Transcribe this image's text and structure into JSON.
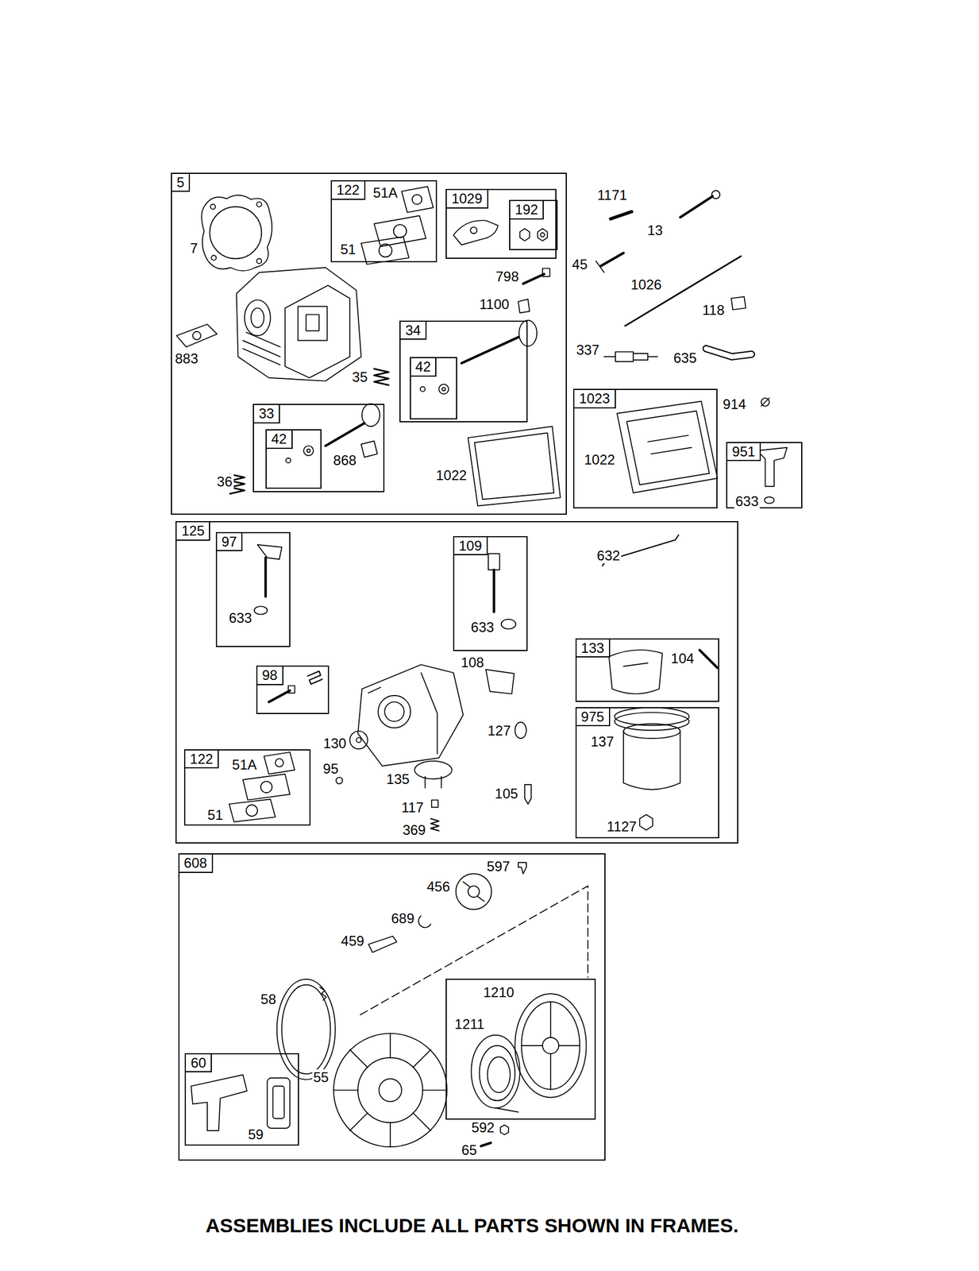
{
  "diagram": {
    "caption": "ASSEMBLIES INCLUDE ALL PARTS SHOWN IN FRAMES.",
    "nodes": [
      {
        "text": [
          "5",
          "7",
          "883",
          "35",
          "36",
          "798",
          "1100",
          "1022"
        ]
      },
      {
        "text": [
          "122",
          "51A",
          "51"
        ],
        "in": 0
      },
      {
        "text": [
          "1029"
        ],
        "in": 0
      },
      {
        "text": [
          "192"
        ],
        "in": 2
      },
      {
        "text": [
          "34"
        ],
        "in": 0
      },
      {
        "text": [
          "42"
        ],
        "in": 4
      },
      {
        "text": [
          "33",
          "868"
        ],
        "in": 0
      },
      {
        "text": [
          "42"
        ],
        "in": 6
      },
      {
        "text": [
          "1023",
          "1022"
        ]
      },
      {
        "text": [
          "951",
          "633"
        ]
      },
      {
        "text": [
          "125",
          "632",
          "108",
          "130",
          "127",
          "95",
          "135",
          "105",
          "117",
          "369"
        ]
      },
      {
        "text": [
          "97",
          "633"
        ],
        "in": 10
      },
      {
        "text": [
          "109",
          "633"
        ],
        "in": 10
      },
      {
        "text": [
          "98"
        ],
        "in": 10
      },
      {
        "text": [
          "133",
          "104"
        ],
        "in": 10
      },
      {
        "text": [
          "975",
          "137",
          "1127"
        ],
        "in": 10
      },
      {
        "text": [
          "122",
          "51A",
          "51"
        ],
        "in": 10
      },
      {
        "text": [
          "608",
          "597",
          "456",
          "689",
          "459",
          "58",
          "55",
          "592",
          "65"
        ]
      },
      {
        "text": [
          "1210",
          "1211"
        ],
        "in": 17
      },
      {
        "text": [
          "60",
          "59"
        ],
        "in": 17
      }
    ],
    "labels": [
      "1171",
      "13",
      "45",
      "1026",
      "118",
      "337",
      "635",
      "914"
    ]
  }
}
